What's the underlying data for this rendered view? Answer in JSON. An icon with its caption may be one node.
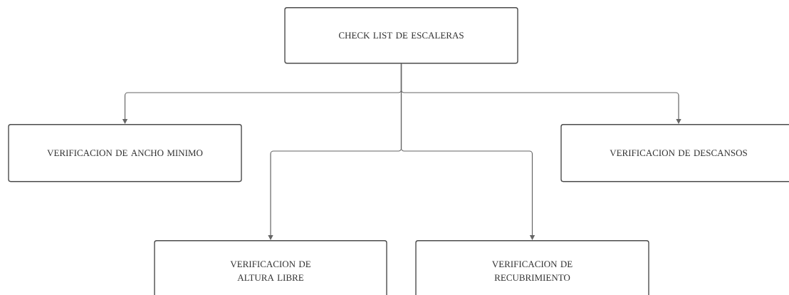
{
  "diagram": {
    "nodes": [
      {
        "text": [
          "CHECK LIST DE ESCALERAS"
        ]
      },
      {
        "text": [
          "VERIFICACION DE ANCHO MINIMO"
        ]
      },
      {
        "text": [
          "VERIFICACION DE DESCANSOS"
        ]
      },
      {
        "text": [
          "VERIFICACION DE ALTURA LIBRE"
        ]
      },
      {
        "text": [
          "VERIFICACION DE RECUBRIMIENTO"
        ]
      }
    ],
    "edges": [
      {
        "from": 0,
        "to": 1,
        "arrow": "to"
      },
      {
        "from": 0,
        "to": 2,
        "arrow": "to"
      },
      {
        "from": 0,
        "to": 3,
        "arrow": "to"
      },
      {
        "from": 0,
        "to": 4,
        "arrow": "to"
      }
    ]
  }
}
